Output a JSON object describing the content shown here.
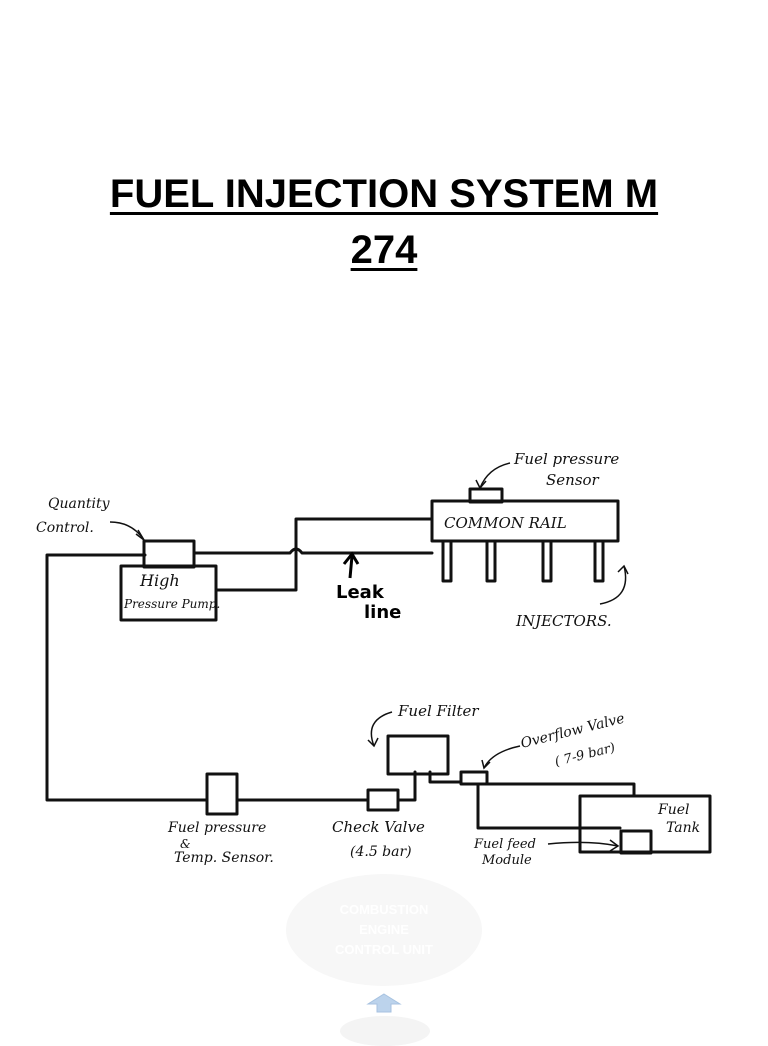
{
  "title": {
    "line1": "FUEL INJECTION SYSTEM M",
    "line2": "274"
  },
  "labels": {
    "quantity_control": [
      "Quantity",
      "Control."
    ],
    "high_pressure_pump": [
      "High",
      "Pressure Pump."
    ],
    "fuel_pressure_sensor": [
      "Fuel pressure",
      "Sensor"
    ],
    "common_rail": "COMMON RAIL",
    "leak_line": [
      "Leak",
      "line"
    ],
    "injectors": "INJECTORS.",
    "fuel_filter": "Fuel Filter",
    "overflow_valve": [
      "Overflow Valve",
      "( 7-9 bar)"
    ],
    "fuel_tank": [
      "Fuel",
      "Tank"
    ],
    "fuel_pressure_temp_sensor": [
      "Fuel pressure",
      "&",
      "Temp. Sensor."
    ],
    "check_valve": [
      "Check Valve",
      "(4.5 bar)"
    ],
    "fuel_feed_module": [
      "Fuel feed",
      "Module"
    ]
  },
  "watermark": {
    "lines": [
      "COMBUSTION",
      "ENGINE",
      "CONTROL UNIT"
    ]
  },
  "colors": {
    "ink": "#111111",
    "arrow": "#bcd3ec"
  }
}
